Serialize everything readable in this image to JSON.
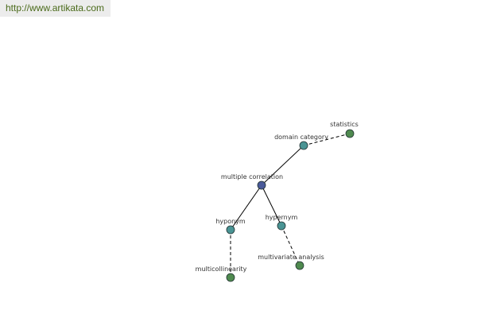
{
  "banner": {
    "url_text": "http://www.artikata.com",
    "text_color": "#4a6a1a"
  },
  "colors": {
    "center_node": "#4a5a9a",
    "relation_node": "#4a9494",
    "term_node": "#4f8a4f",
    "node_stroke": "#223333",
    "edge": "#000000"
  },
  "nodes": [
    {
      "id": "multiple-correlation",
      "label": "multiple correlation",
      "kind": "center"
    },
    {
      "id": "domain-category",
      "label": "domain category",
      "kind": "relation"
    },
    {
      "id": "statistics",
      "label": "statistics",
      "kind": "term"
    },
    {
      "id": "hyponym",
      "label": "hyponym",
      "kind": "relation"
    },
    {
      "id": "hypernym",
      "label": "hypernym",
      "kind": "relation"
    },
    {
      "id": "multicollinearity",
      "label": "multicollinearity",
      "kind": "term"
    },
    {
      "id": "multivariate-analysis",
      "label": "multivariate analysis",
      "kind": "term"
    }
  ],
  "edges": [
    {
      "from": "multiple-correlation",
      "to": "domain-category",
      "style": "solid"
    },
    {
      "from": "domain-category",
      "to": "statistics",
      "style": "dashed"
    },
    {
      "from": "multiple-correlation",
      "to": "hyponym",
      "style": "solid"
    },
    {
      "from": "multiple-correlation",
      "to": "hypernym",
      "style": "solid"
    },
    {
      "from": "hyponym",
      "to": "multicollinearity",
      "style": "dashed"
    },
    {
      "from": "hypernym",
      "to": "multivariate-analysis",
      "style": "dashed"
    }
  ]
}
